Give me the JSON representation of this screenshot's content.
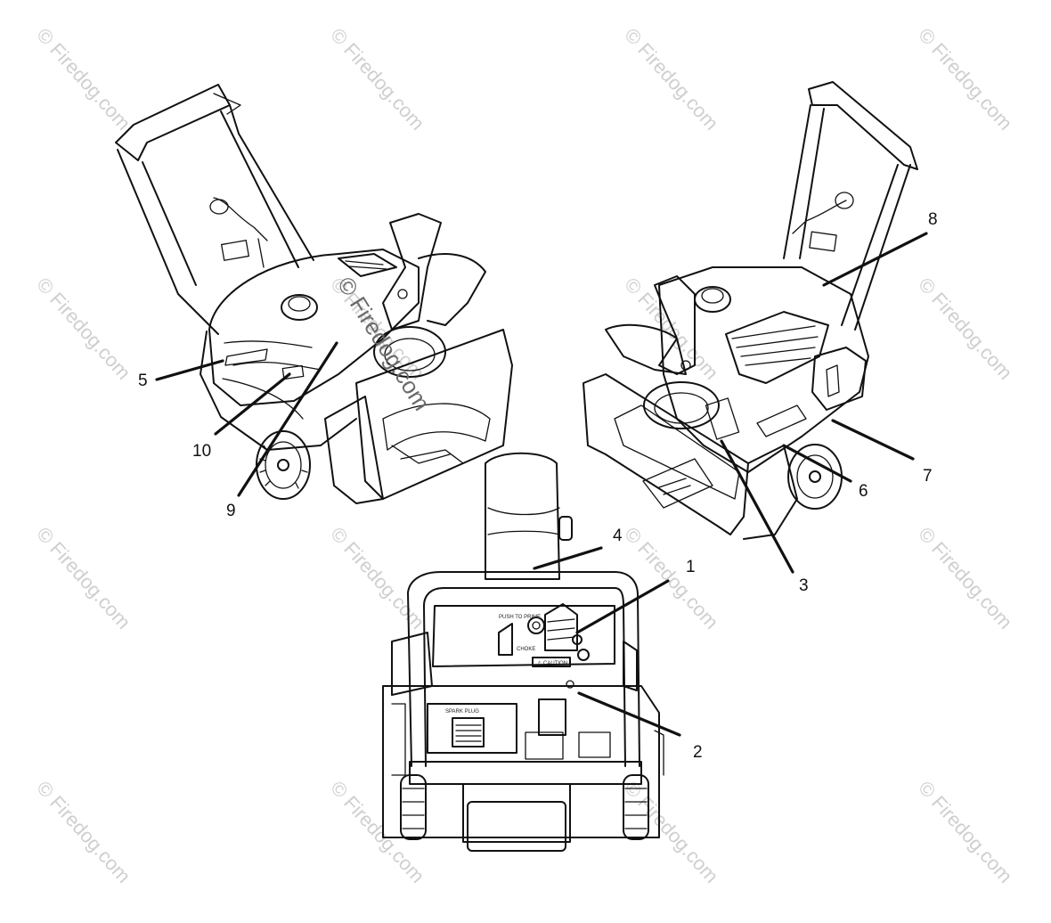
{
  "watermark": {
    "text": "© Firedog.com",
    "overlay_text": "© Firedog.com"
  },
  "callouts": [
    "1",
    "2",
    "3",
    "4",
    "5",
    "6",
    "7",
    "8",
    "9",
    "10"
  ],
  "decal_text": {
    "caution": "⚠ CAUTION",
    "spark_plug": "SPARK PLUG",
    "prime": "PUSH TO PRIME",
    "choke": "CHOKE"
  }
}
